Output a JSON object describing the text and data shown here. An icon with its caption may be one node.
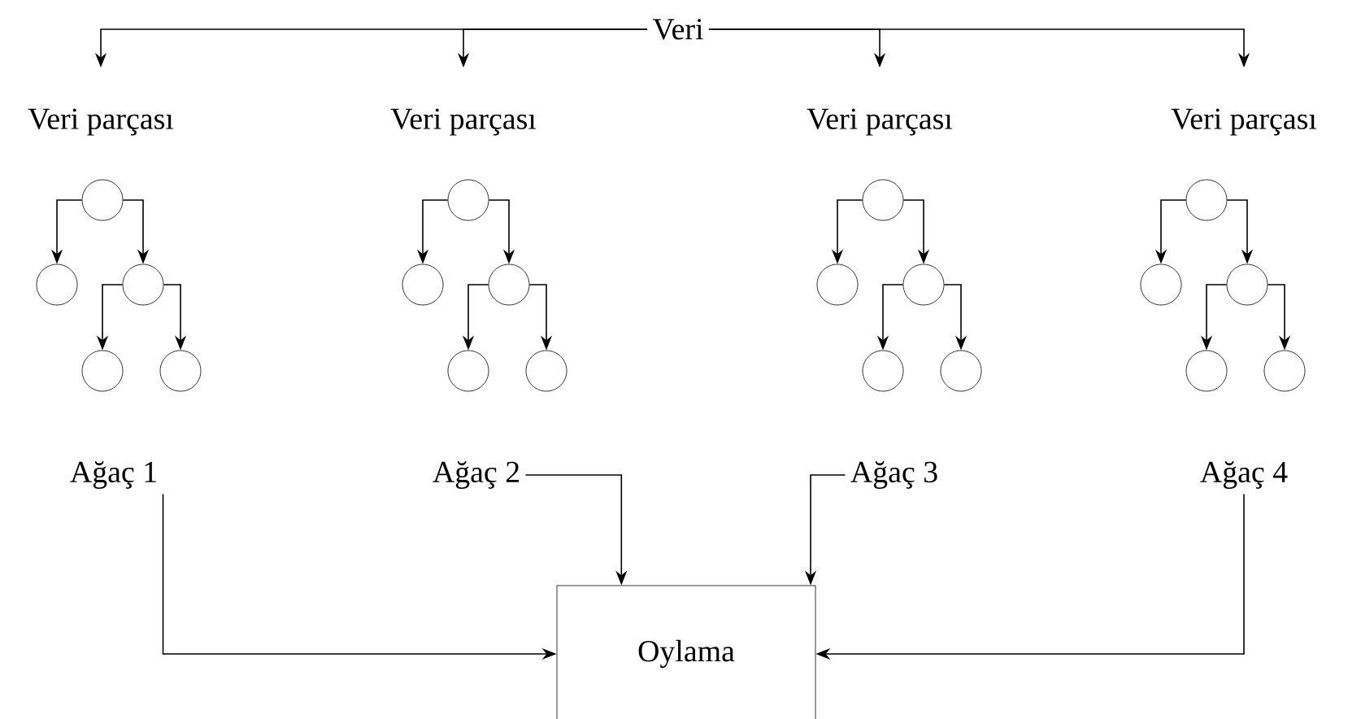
{
  "diagram": {
    "nodes": [
      {
        "text": [
          "Veri"
        ]
      },
      {
        "text": [
          "Veri parçası"
        ]
      },
      {
        "text": [
          "Veri parçası"
        ]
      },
      {
        "text": [
          "Veri parçası"
        ]
      },
      {
        "text": [
          "Veri parçası"
        ]
      },
      {
        "text": [],
        "shape": "circle"
      },
      {
        "text": [],
        "shape": "circle"
      },
      {
        "text": [],
        "shape": "circle"
      },
      {
        "text": [],
        "shape": "circle"
      },
      {
        "text": [],
        "shape": "circle"
      },
      {
        "text": [],
        "shape": "circle"
      },
      {
        "text": [],
        "shape": "circle"
      },
      {
        "text": [],
        "shape": "circle"
      },
      {
        "text": [],
        "shape": "circle"
      },
      {
        "text": [],
        "shape": "circle"
      },
      {
        "text": [],
        "shape": "circle"
      },
      {
        "text": [],
        "shape": "circle"
      },
      {
        "text": [],
        "shape": "circle"
      },
      {
        "text": [],
        "shape": "circle"
      },
      {
        "text": [],
        "shape": "circle"
      },
      {
        "text": [],
        "shape": "circle"
      },
      {
        "text": [],
        "shape": "circle"
      },
      {
        "text": [],
        "shape": "circle"
      },
      {
        "text": [],
        "shape": "circle"
      },
      {
        "text": [],
        "shape": "circle"
      },
      {
        "text": [
          "Ağaç 1"
        ]
      },
      {
        "text": [
          "Ağaç 2"
        ]
      },
      {
        "text": [
          "Ağaç 3"
        ]
      },
      {
        "text": [
          "Ağaç 4"
        ]
      },
      {
        "text": [
          "Oylama"
        ]
      }
    ],
    "edges": [
      {
        "from": 0,
        "to": 1,
        "arrow": "to"
      },
      {
        "from": 0,
        "to": 2,
        "arrow": "to"
      },
      {
        "from": 0,
        "to": 3,
        "arrow": "to"
      },
      {
        "from": 0,
        "to": 4,
        "arrow": "to"
      },
      {
        "from": 5,
        "to": 6,
        "arrow": "to"
      },
      {
        "from": 5,
        "to": 7,
        "arrow": "to"
      },
      {
        "from": 7,
        "to": 8,
        "arrow": "to"
      },
      {
        "from": 7,
        "to": 9,
        "arrow": "to"
      },
      {
        "from": 10,
        "to": 11,
        "arrow": "to"
      },
      {
        "from": 10,
        "to": 12,
        "arrow": "to"
      },
      {
        "from": 12,
        "to": 13,
        "arrow": "to"
      },
      {
        "from": 12,
        "to": 14,
        "arrow": "to"
      },
      {
        "from": 15,
        "to": 16,
        "arrow": "to"
      },
      {
        "from": 15,
        "to": 17,
        "arrow": "to"
      },
      {
        "from": 17,
        "to": 18,
        "arrow": "to"
      },
      {
        "from": 17,
        "to": 19,
        "arrow": "to"
      },
      {
        "from": 20,
        "to": 21,
        "arrow": "to"
      },
      {
        "from": 20,
        "to": 22,
        "arrow": "to"
      },
      {
        "from": 22,
        "to": 23,
        "arrow": "to"
      },
      {
        "from": 22,
        "to": 24,
        "arrow": "to"
      },
      {
        "from": 25,
        "to": 29,
        "arrow": "to"
      },
      {
        "from": 26,
        "to": 29,
        "arrow": "to"
      },
      {
        "from": 27,
        "to": 29,
        "arrow": "to"
      },
      {
        "from": 28,
        "to": 29,
        "arrow": "to"
      }
    ]
  }
}
